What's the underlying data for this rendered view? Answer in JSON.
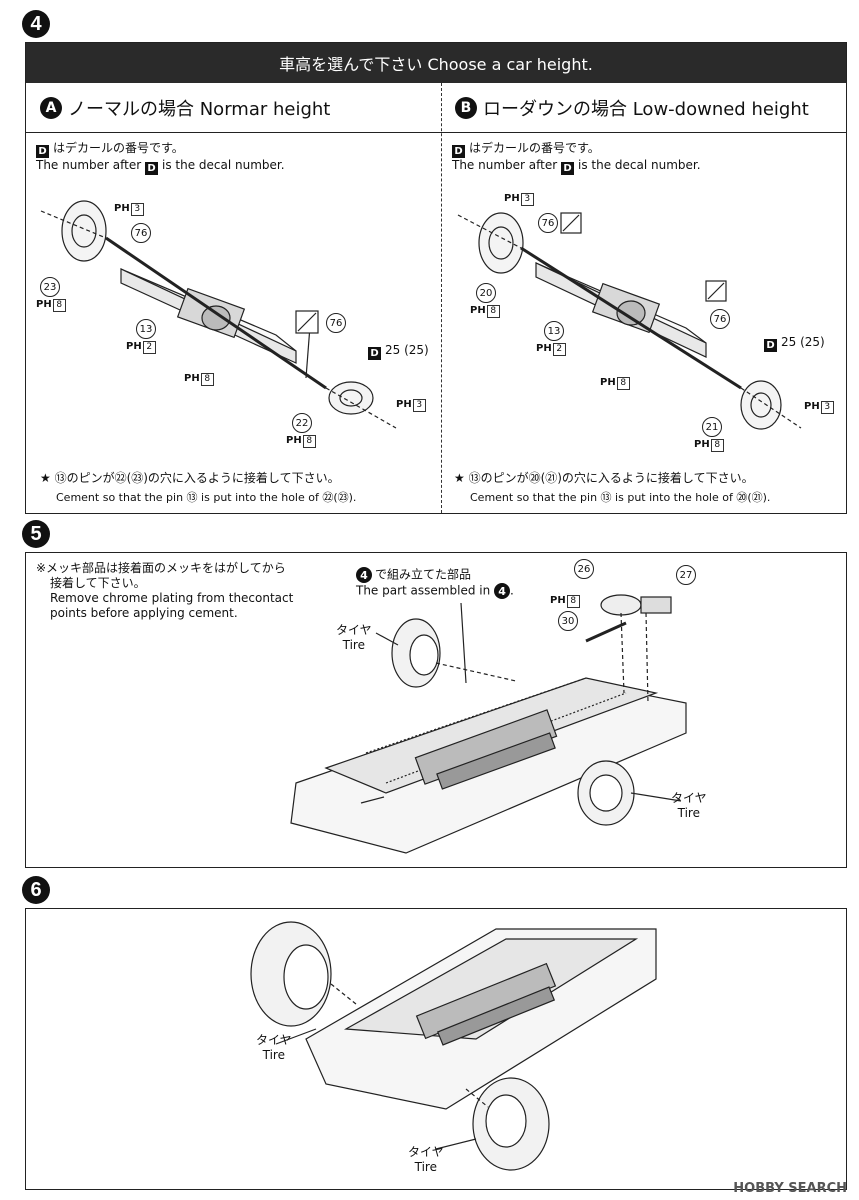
{
  "step4": {
    "num": "4",
    "banner": "車高を選んで下さい Choose a car height.",
    "a": {
      "badge": "A",
      "title": "ノーマルの場合 Normar height",
      "decal_jp": "はデカールの番号です。",
      "decal_en_pre": "The number after",
      "decal_en_post": "is the decal number.",
      "d": "D",
      "instr_jp": "★ ⑬のピンが㉒(㉓)の穴に入るように接着して下さい。",
      "instr_en": "Cement so that the pin ⑬ is put into the hole of ㉒(㉓).",
      "parts": {
        "p13": "13",
        "p22": "22",
        "p23": "23",
        "p25": "25",
        "p25b": "(25)",
        "p76a": "76",
        "p76b": "76",
        "ph3a": "3",
        "ph8a": "8",
        "ph2": "2",
        "ph8b": "8",
        "ph3b": "3",
        "ph8c": "8"
      }
    },
    "b": {
      "badge": "B",
      "title": "ローダウンの場合 Low-downed height",
      "decal_jp": "はデカールの番号です。",
      "decal_en_pre": "The number after",
      "decal_en_post": "is the decal number.",
      "d": "D",
      "instr_jp": "★ ⑬のピンが⑳(㉑)の穴に入るように接着して下さい。",
      "instr_en": "Cement so that the pin ⑬ is put into the hole of ⑳(㉑).",
      "parts": {
        "p13": "13",
        "p20": "20",
        "p21": "21",
        "p25": "25",
        "p25b": "(25)",
        "p76a": "76",
        "p76b": "76",
        "ph3a": "3",
        "ph8a": "8",
        "ph2": "2",
        "ph8b": "8",
        "ph3b": "3",
        "ph8c": "8"
      }
    },
    "ph_label": "PH"
  },
  "step5": {
    "num": "5",
    "note_jp1": "※メッキ部品は接着面のメッキをはがしてから",
    "note_jp2": "接着して下さい。",
    "note_en1": "Remove chrome plating from thecontact",
    "note_en2": "points before applying cement.",
    "assembled_jp": "で組み立てた部品",
    "assembled_en": "The part assembled in",
    "assembled_num": "4",
    "tire_jp": "タイヤ",
    "tire_en": "Tire",
    "parts": {
      "p26": "26",
      "p27": "27",
      "p30": "30",
      "ph8": "8"
    }
  },
  "step6": {
    "num": "6",
    "tire_jp": "タイヤ",
    "tire_en": "Tire"
  },
  "watermark": "HOBBY SEARCH"
}
